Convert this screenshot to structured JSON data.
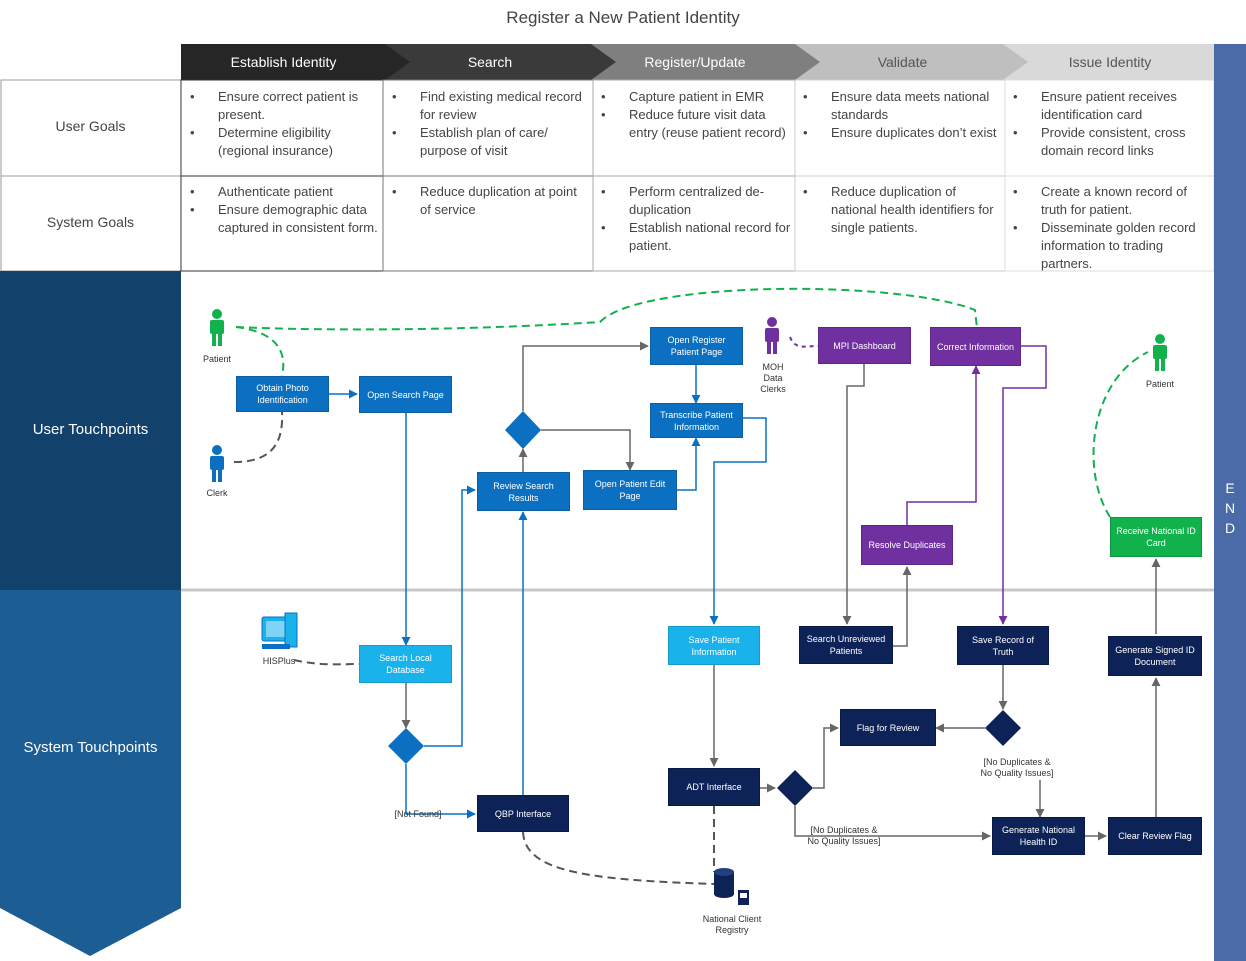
{
  "title": "Register a New Patient Identity",
  "stages": [
    "Establish Identity",
    "Search",
    "Register/Update",
    "Validate",
    "Issue Identity"
  ],
  "row_labels": {
    "user_goals": "User Goals",
    "system_goals": "System Goals"
  },
  "user_goals": [
    [
      "Ensure correct patient is present.",
      "Determine eligibility (regional insurance)"
    ],
    [
      "Find existing medical record for review",
      "Establish plan of care/ purpose of visit"
    ],
    [
      "Capture patient in EMR",
      "Reduce future visit data entry (reuse patient record)"
    ],
    [
      "Ensure data meets national standards",
      "Ensure duplicates don’t exist"
    ],
    [
      "Ensure patient receives identification card",
      "Provide consistent, cross domain record links"
    ]
  ],
  "system_goals": [
    [
      "Authenticate patient",
      "Ensure demographic data captured in consistent form."
    ],
    [
      "Reduce duplication at point of service"
    ],
    [
      "Perform centralized de-duplication",
      "Establish national record for patient."
    ],
    [
      "Reduce duplication of national health identifiers for single patients."
    ],
    [
      "Create a known record of truth for patient.",
      "Disseminate golden record information to trading partners."
    ]
  ],
  "lanes": {
    "user": "User Touchpoints",
    "system": "System Touchpoints"
  },
  "end_label": [
    "E",
    "N",
    "D"
  ],
  "actors": {
    "patient1": "Patient",
    "clerk": "Clerk",
    "moh": [
      "MOH",
      "Data",
      "Clerks"
    ],
    "patient2": "Patient",
    "hisplus": "HISPlus",
    "ncr": [
      "National Client",
      "Registry"
    ]
  },
  "nodes": {
    "obtain_photo": "Obtain Photo Identification",
    "open_search": "Open Search Page",
    "review_search": "Review Search Results",
    "open_register": "Open Register Patient Page",
    "transcribe": "Transcribe Patient Information",
    "open_edit": "Open Patient Edit Page",
    "mpi_dashboard": "MPI Dashboard",
    "correct_info": "Correct Information",
    "resolve_dup": "Resolve Duplicates",
    "receive_card": "Receive National ID Card",
    "search_local": "Search Local Database",
    "qbp": "QBP Interface",
    "save_patient": "Save Patient Information",
    "adt": "ADT Interface",
    "search_unreviewed": "Search Unreviewed Patients",
    "save_record": "Save Record of Truth",
    "flag_review": "Flag for Review",
    "gen_nhid": "Generate National Health ID",
    "clear_flag": "Clear Review Flag",
    "gen_signed": "Generate Signed ID Document"
  },
  "edge_labels": {
    "not_found": "[Not Found]",
    "no_dup_1": [
      "[No Duplicates &",
      "No Quality Issues]"
    ],
    "no_dup_2": [
      "[No Duplicates &",
      "No Quality Issues]"
    ]
  },
  "colors": {
    "stage_fills": [
      "#262626",
      "#3a3a3a",
      "#7f7f7f",
      "#bfbfbf",
      "#d9d9d9"
    ],
    "lane_user": "#12416b",
    "lane_system": "#1c5d94",
    "end_bar": "#4a6aa8",
    "node_blue": "#0b70c1",
    "node_light": "#1ab2ea",
    "node_navy": "#0d2357",
    "node_purple": "#7030a0",
    "node_green": "#11b14b",
    "actor_green": "#11b14b",
    "actor_blue": "#0b70c1",
    "actor_purple": "#7030a0"
  }
}
